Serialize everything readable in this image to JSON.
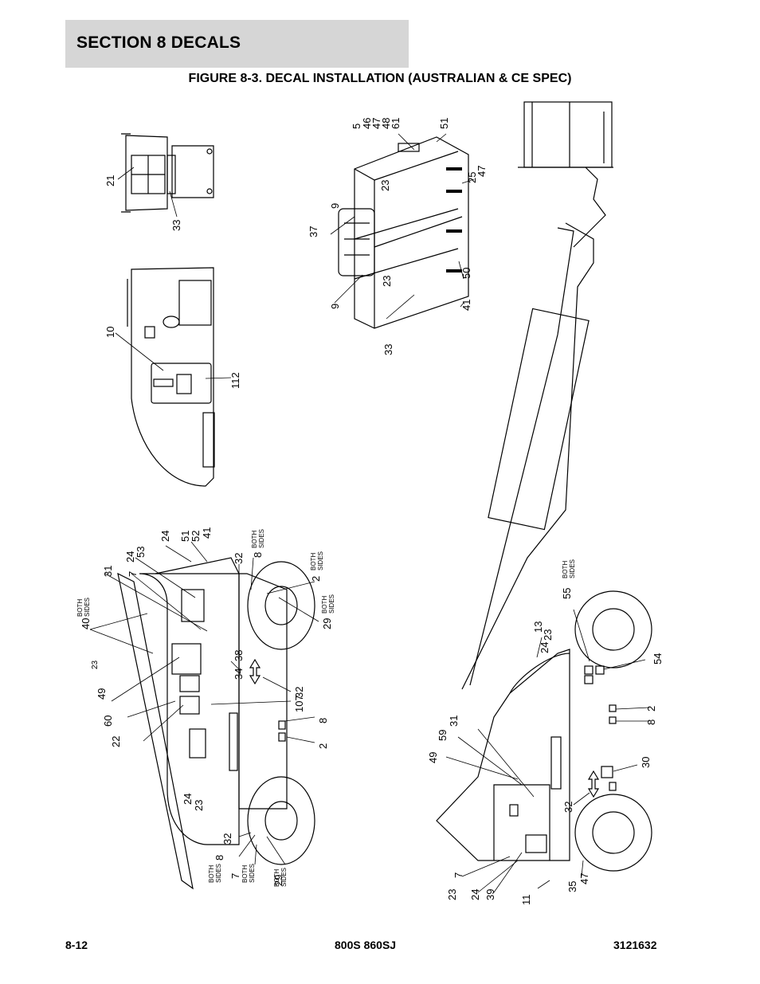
{
  "header": {
    "section_title": "SECTION 8   DECALS"
  },
  "figure": {
    "title": "FIGURE 8-3. DECAL INSTALLATION (AUSTRALIAN & CE SPEC)"
  },
  "footer": {
    "page_number": "8-12",
    "model": "800S 860SJ",
    "part_number": "3121632"
  },
  "callouts": {
    "c5": "5",
    "c46": "46",
    "c47": "47",
    "c48": "48",
    "c61": "61",
    "c51": "51",
    "c25": "25",
    "c47b": "47",
    "c9a": "9",
    "c23a": "23",
    "c37": "37",
    "c9b": "9",
    "c23b": "23",
    "c50": "50",
    "c41": "41",
    "c33": "33",
    "c21": "21",
    "c33b": "33",
    "c10": "10",
    "c112": "112",
    "c40": "40",
    "c31": "31",
    "c7": "7",
    "c24a": "24",
    "c53": "53",
    "c24b": "24",
    "c51b": "51",
    "c52": "52",
    "c41b": "41",
    "c32a": "32",
    "c8a": "8",
    "c2a": "2",
    "c29a": "29",
    "c38": "38",
    "c34": "34",
    "c32b": "32",
    "c107": "107",
    "c8b": "8",
    "c2b": "2",
    "c23c": "23",
    "c49": "49",
    "c60": "60",
    "c22": "22",
    "c24c": "24",
    "c23d": "23",
    "c8c": "8",
    "c32c": "32",
    "c7b": "7",
    "c29b": "29",
    "c55": "55",
    "c24d": "24",
    "c23e": "23",
    "c13": "13",
    "c54": "54",
    "c2c": "2",
    "c8d": "8",
    "c31b": "31",
    "c59": "59",
    "c49b": "49",
    "c30": "30",
    "c32d": "32",
    "c7c": "7",
    "c23f": "23",
    "c24e": "24",
    "c39": "39",
    "c11": "11",
    "c35": "35",
    "c47c": "47"
  },
  "notes": {
    "both": "BOTH",
    "sides": "SIDES"
  }
}
